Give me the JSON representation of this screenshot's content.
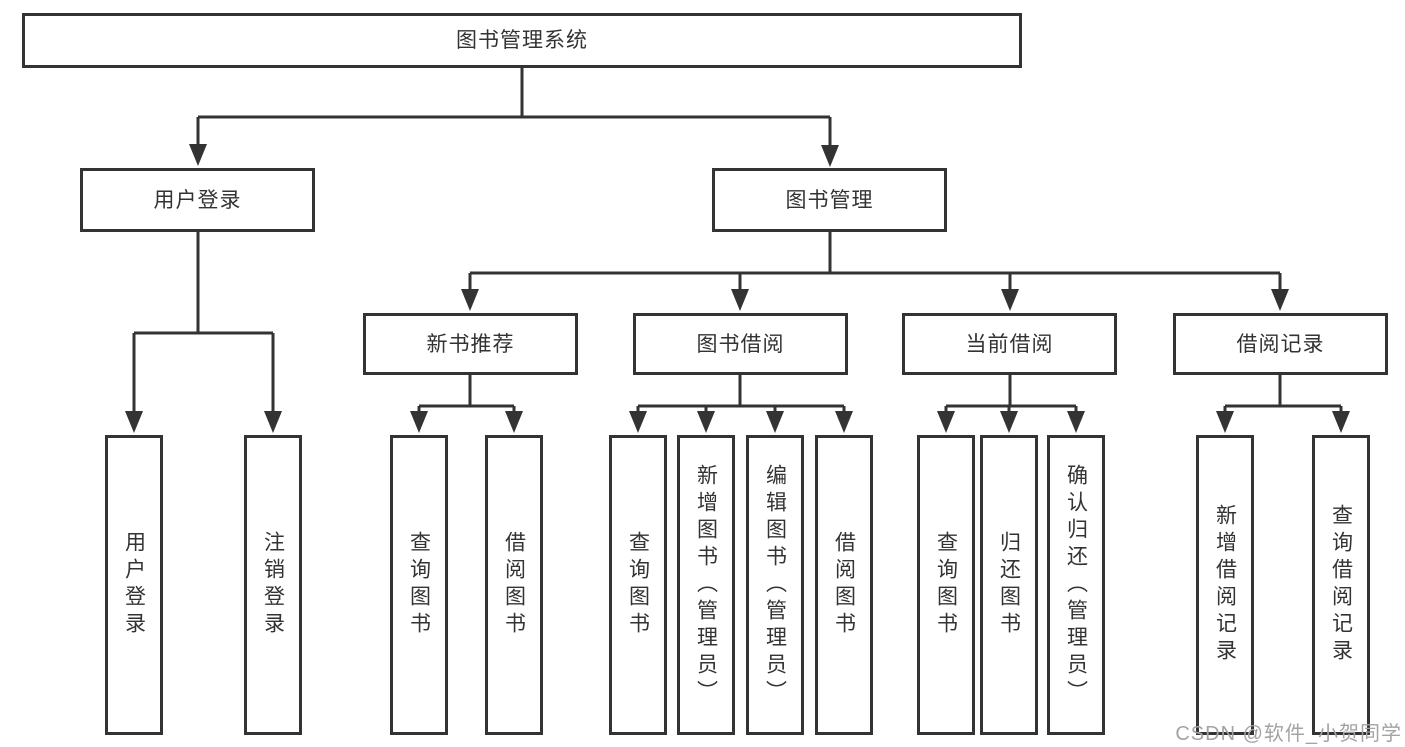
{
  "diagram": {
    "root": {
      "label": "图书管理系统"
    },
    "level2": [
      {
        "label": "用户登录"
      },
      {
        "label": "图书管理"
      }
    ],
    "level3": [
      {
        "label": "新书推荐"
      },
      {
        "label": "图书借阅"
      },
      {
        "label": "当前借阅"
      },
      {
        "label": "借阅记录"
      }
    ],
    "leaves": {
      "login": [
        "用户登录",
        "注销登录"
      ],
      "recommend": [
        "查询图书",
        "借阅图书"
      ],
      "borrow": [
        "查询图书",
        "新增图书（管理员）",
        "编辑图书（管理员）",
        "借阅图书"
      ],
      "current": [
        "查询图书",
        "归还图书",
        "确认归还（管理员）"
      ],
      "records": [
        "新增借阅记录",
        "查询借阅记录"
      ]
    }
  },
  "watermark": {
    "text": "CSDN @软件_小贺同学"
  },
  "colors": {
    "line": "#333333",
    "text": "#333333",
    "watermark": "#a3a3a3",
    "background": "#ffffff"
  }
}
